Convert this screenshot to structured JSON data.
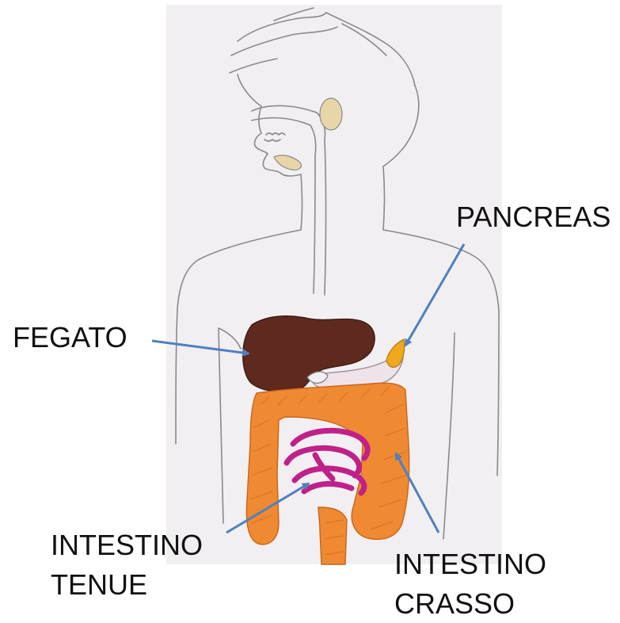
{
  "labels": {
    "pancreas": "PANCREAS",
    "fegato": "FEGATO",
    "intestino_tenue_line1": "INTESTINO",
    "intestino_tenue_line2": "TENUE",
    "intestino_crasso_line1": "INTESTINO",
    "intestino_crasso_line2": "CRASSO"
  },
  "colors": {
    "paper": "#f2eff2",
    "pencil": "#7a7a7a",
    "liver": "#5e2a1f",
    "large_intestine": "#ef8a32",
    "small_intestine": "#c0208a",
    "pancreas": "#f0a81c",
    "salivary_gland": "#e9d6a8",
    "arrow": "#4f81bd"
  }
}
